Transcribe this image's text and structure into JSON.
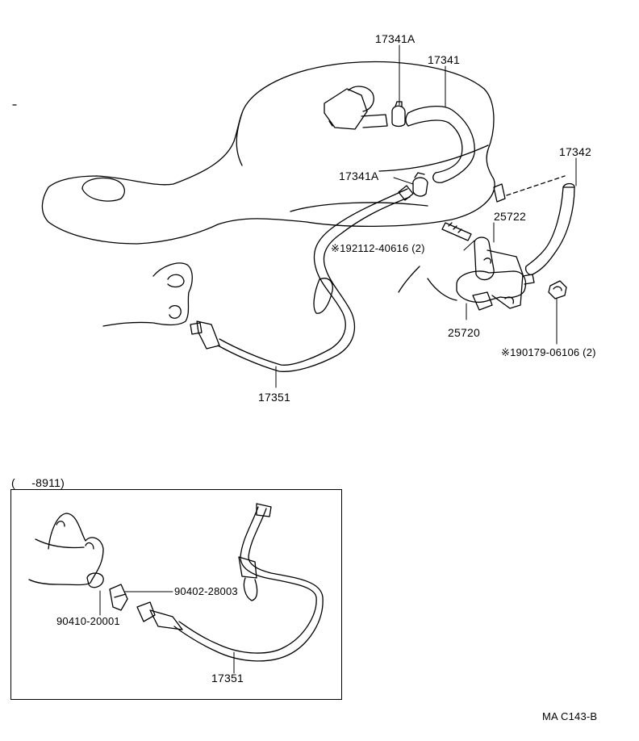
{
  "labels": {
    "p17341A_top": "17341A",
    "p17341": "17341",
    "p17342": "17342",
    "p17341A_mid": "17341A",
    "p25722": "25722",
    "bolt_192112": "※192112-40616 (2)",
    "p25720": "25720",
    "nut_190179": "※190179-06106 (2)",
    "p17351_main": "17351",
    "inset_header": "(     -8911)",
    "p90402": "90402-28003",
    "p90410": "90410-20001",
    "p17351_inset": "17351",
    "figure_code": "MA C143-B"
  }
}
